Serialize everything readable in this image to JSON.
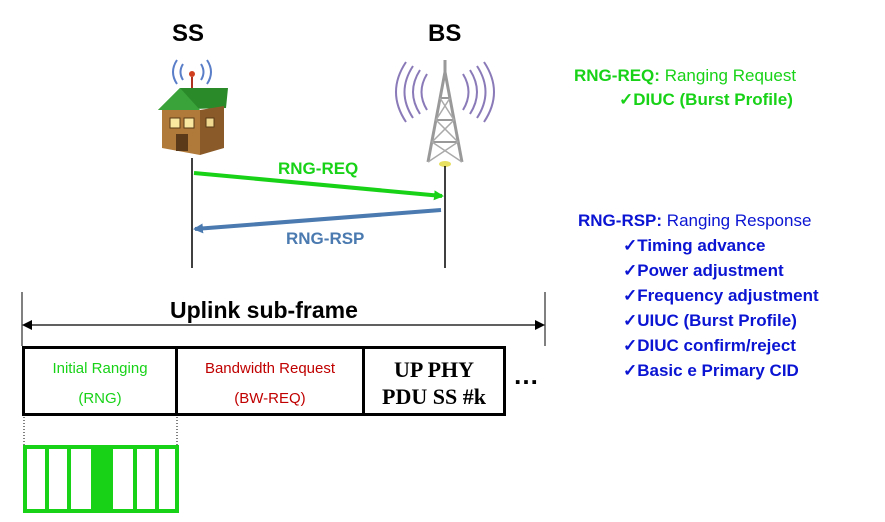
{
  "nodes": {
    "ss_label": "SS",
    "bs_label": "BS"
  },
  "messages": {
    "req_label": "RNG-REQ",
    "rsp_label": "RNG-RSP"
  },
  "legend_req": {
    "abbr": "RNG-REQ:",
    "text": "Ranging Request",
    "items": [
      "✓DIUC (Burst Profile)"
    ]
  },
  "legend_rsp": {
    "abbr": "RNG-RSP:",
    "text": "Ranging Response",
    "items": [
      "✓Timing advance",
      "✓Power adjustment",
      "✓Frequency adjustment",
      "✓UIUC (Burst Profile)",
      "✓DIUC confirm/reject",
      "✓Basic e Primary CID"
    ]
  },
  "frame": {
    "title": "Uplink sub-frame",
    "cells": [
      {
        "line1": "Initial Ranging",
        "line2": "(RNG)"
      },
      {
        "line1": "Bandwidth Request",
        "line2": "(BW-REQ)"
      },
      {
        "line1": "UP PHY",
        "line2": "PDU SS #k"
      }
    ],
    "ellipsis": "…"
  },
  "colors": {
    "green": "#18d218",
    "blue_arrow": "#4a7ab0",
    "blue_text": "#0a14d2",
    "red": "#c00000"
  }
}
